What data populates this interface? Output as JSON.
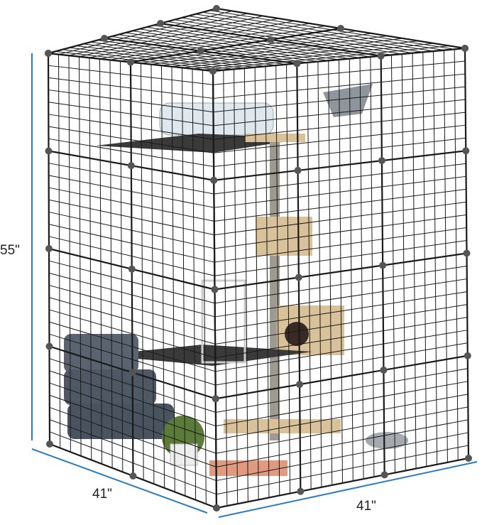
{
  "product": {
    "dimensions": {
      "height": "55\"",
      "depth": "41\"",
      "width": "41\""
    }
  },
  "colors": {
    "dimension_line": "#2a7cc0",
    "wire": "#1a1a1a",
    "connector": "#555555",
    "tree_beige": "#d9c29a"
  }
}
